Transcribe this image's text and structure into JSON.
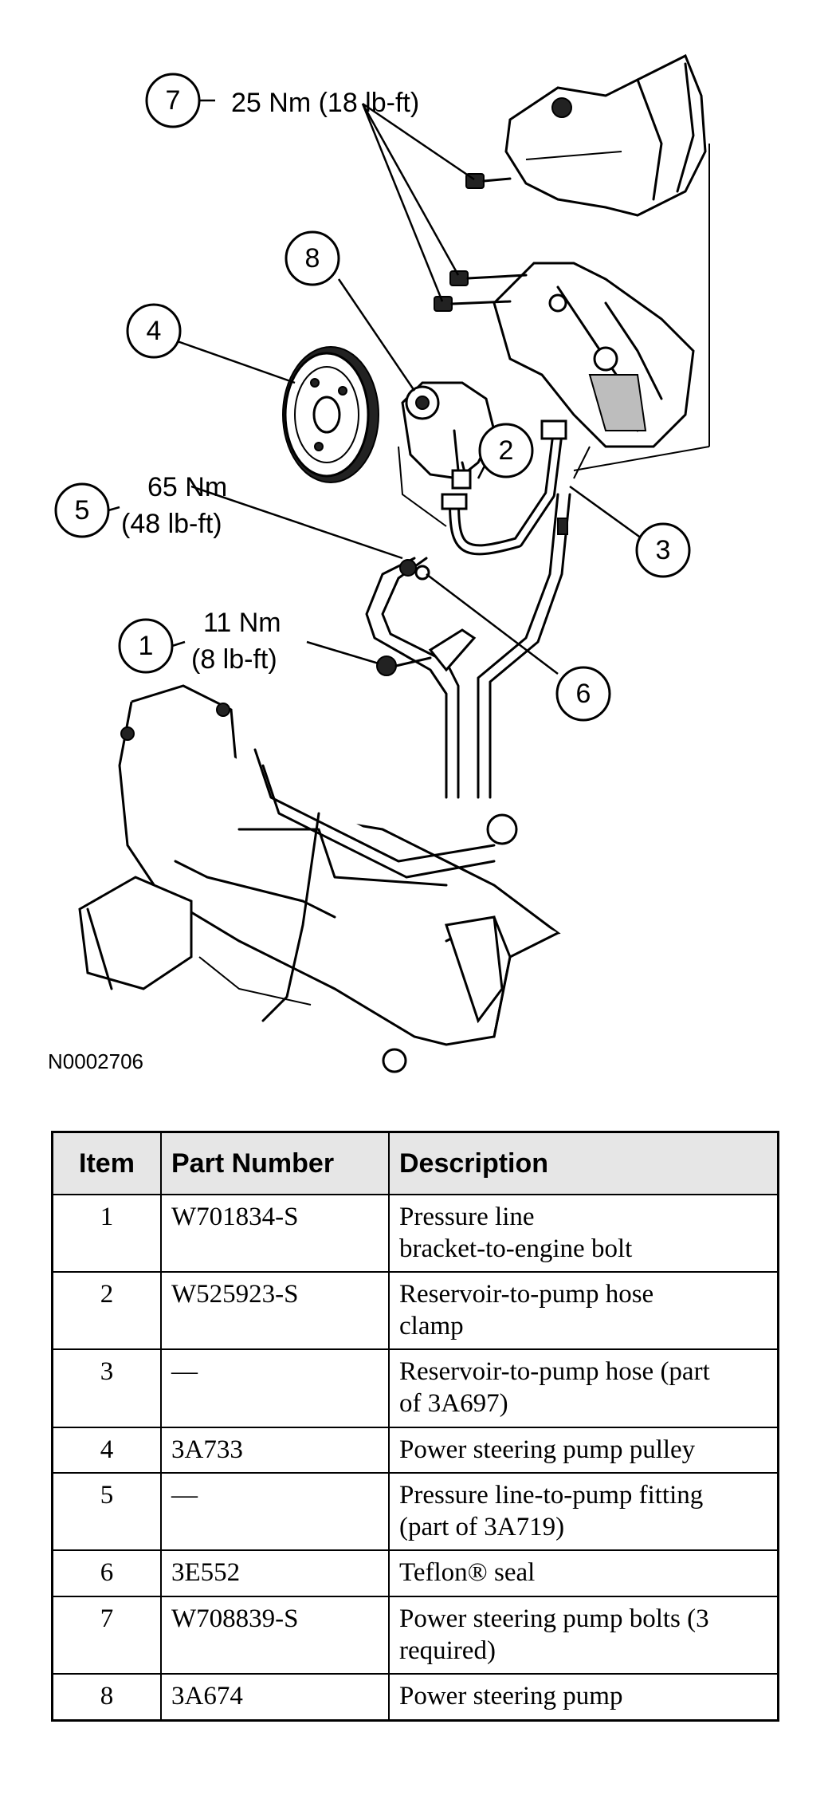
{
  "figure": {
    "reference_id": "N0002706",
    "callouts": [
      {
        "number": "7",
        "torque_line1": "25 Nm (18 lb-ft)",
        "torque_line2": ""
      },
      {
        "number": "8"
      },
      {
        "number": "4"
      },
      {
        "number": "2"
      },
      {
        "number": "3"
      },
      {
        "number": "5",
        "torque_line1": "65 Nm",
        "torque_line2": "(48 lb-ft)"
      },
      {
        "number": "1",
        "torque_line1": "11 Nm",
        "torque_line2": "(8 lb-ft)"
      },
      {
        "number": "6"
      }
    ]
  },
  "table": {
    "headers": {
      "item": "Item",
      "part_number": "Part Number",
      "description": "Description"
    },
    "rows": [
      {
        "item": "1",
        "part_number": "W701834-S",
        "description": "Pressure line\nbracket-to-engine bolt"
      },
      {
        "item": "2",
        "part_number": "W525923-S",
        "description": "Reservoir-to-pump hose\nclamp"
      },
      {
        "item": "3",
        "part_number": "—",
        "description": "Reservoir-to-pump hose (part\nof 3A697)"
      },
      {
        "item": "4",
        "part_number": "3A733",
        "description": "Power steering pump pulley"
      },
      {
        "item": "5",
        "part_number": "—",
        "description": "Pressure line-to-pump fitting\n(part of 3A719)"
      },
      {
        "item": "6",
        "part_number": "3E552",
        "description": "Teflon® seal"
      },
      {
        "item": "7",
        "part_number": "W708839-S",
        "description": "Power steering pump bolts (3\nrequired)"
      },
      {
        "item": "8",
        "part_number": "3A674",
        "description": "Power steering pump"
      }
    ]
  }
}
